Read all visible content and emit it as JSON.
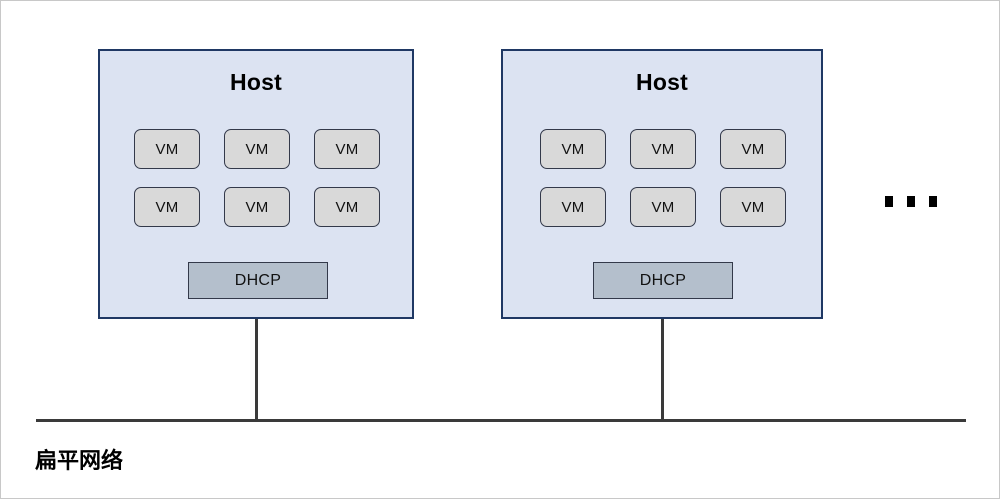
{
  "diagram": {
    "title_text": "",
    "colors": {
      "host_fill": "#dce3f2",
      "host_border": "#1f3864",
      "vm_fill": "#d9d9d9",
      "vm_border": "#33394a",
      "dhcp_fill": "#b4bfcc",
      "dhcp_border": "#33394a",
      "line": "#3a3a3a",
      "frame": "#c8c8c8",
      "text": "#000000"
    },
    "hosts": [
      {
        "label": "Host",
        "vms": [
          {
            "label": "VM"
          },
          {
            "label": "VM"
          },
          {
            "label": "VM"
          },
          {
            "label": "VM"
          },
          {
            "label": "VM"
          },
          {
            "label": "VM"
          }
        ],
        "dhcp": {
          "label": "DHCP"
        }
      },
      {
        "label": "Host",
        "vms": [
          {
            "label": "VM"
          },
          {
            "label": "VM"
          },
          {
            "label": "VM"
          },
          {
            "label": "VM"
          },
          {
            "label": "VM"
          },
          {
            "label": "VM"
          }
        ],
        "dhcp": {
          "label": "DHCP"
        }
      }
    ],
    "more_hosts_indicator": {
      "name": "ellipsis",
      "dot_count": 3
    },
    "network": {
      "label": "扁平网络"
    }
  }
}
